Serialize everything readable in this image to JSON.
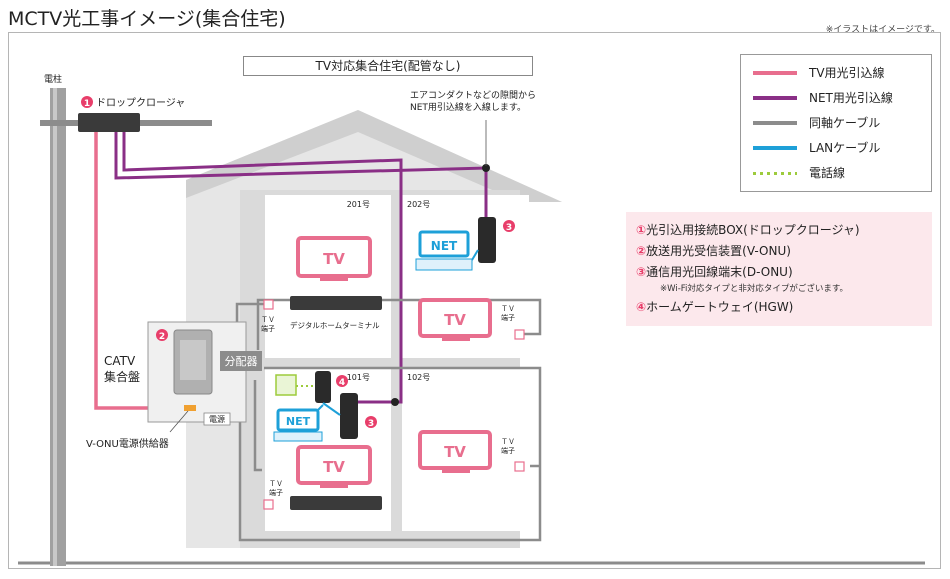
{
  "title": "MCTV光工事イメージ(集合住宅)",
  "note": "※イラストはイメージです。",
  "banner": "TV対応集合住宅(配管なし)",
  "pole_label": "電柱",
  "drop_label": "ドロップクロージャ",
  "aircon_note": [
    "エアコンダクトなどの隙間から",
    "NET用引込線を入線します。"
  ],
  "rooms": [
    "201号",
    "202号",
    "101号",
    "102号"
  ],
  "catv_label": [
    "CATV",
    "集合盤"
  ],
  "splitter_label": "分配器",
  "power_label": "電源",
  "vonu_supply_label": "V-ONU電源供給器",
  "tv_label": "TV",
  "net_label": "NET",
  "tv_terminal": [
    "ＴＶ",
    "端子"
  ],
  "digital_terminal": "デジタルホームターミナル",
  "markers": [
    "1",
    "2",
    "3",
    "4"
  ],
  "legend": [
    {
      "label": "TV用光引込線",
      "color": "#e86e8e",
      "style": "solid"
    },
    {
      "label": "NET用光引込線",
      "color": "#8a2f86",
      "style": "solid"
    },
    {
      "label": "同軸ケーブル",
      "color": "#8c8c8c",
      "style": "solid"
    },
    {
      "label": "LANケーブル",
      "color": "#1ea0d8",
      "style": "solid"
    },
    {
      "label": "電話線",
      "color": "#9dcb3c",
      "style": "dotted"
    }
  ],
  "key_list": [
    {
      "num": "①",
      "label": "光引込用接続BOX(ドロップクロージャ)"
    },
    {
      "num": "②",
      "label": "放送用光受信装置(V-ONU)"
    },
    {
      "num": "③",
      "label": "通信用光回線端末(D-ONU)"
    },
    {
      "num": "④",
      "label": "ホームゲートウェイ(HGW)"
    }
  ],
  "key_sub": "※Wi-Fi対応タイプと非対応タイプがございます。",
  "colors": {
    "tv_fiber": "#e86e8e",
    "net_fiber": "#8a2f86",
    "coax": "#8c8c8c",
    "lan": "#1ea0d8",
    "phone": "#9dcb3c",
    "accent": "#e83e6a"
  }
}
